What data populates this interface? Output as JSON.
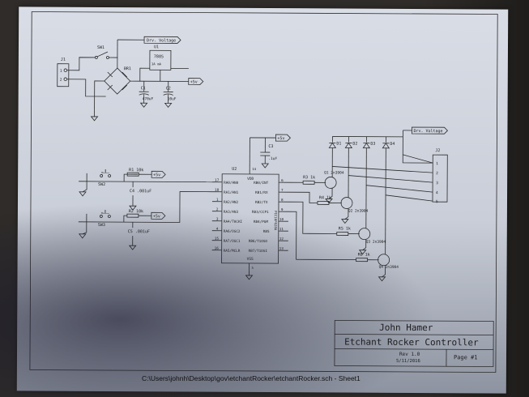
{
  "title_block": {
    "author": "John Hamer",
    "title": "Etchant Rocker Controller",
    "rev": "Rev 1.0",
    "date": "5/11/2016",
    "page": "Page #1"
  },
  "footer_path": "C:\\Users\\johnh\\Desktop\\gov\\etchantRocker\\etchantRocker.sch - Sheet1",
  "nets": {
    "drv_voltage_top": "Drv. Voltage",
    "drv_voltage_right": "Drv. Voltage",
    "plus5v_a": "+5v",
    "plus5v_b": "+5v",
    "plus5v_c": "+5v",
    "plus5v_d": "+5v"
  },
  "components": {
    "j1": "J1",
    "sw1": "SW1",
    "br1": "BR1",
    "u1": "U1",
    "u1_part": "7805",
    "u1_spec": "1A mA",
    "c1": "C1",
    "c1_val": "470uF",
    "c2": "C2",
    "c2_val": "10uF",
    "c3": "C3",
    "c3_val": ".1uF",
    "u2": "U2",
    "u2_part": "PIC16F628A",
    "r1": "R1 10k",
    "r2": "R2 10k",
    "c4": "C4 .001uF",
    "c5": "C5 .001uF",
    "sw2": "SW2",
    "sw3": "SW3",
    "r3": "R3 1k",
    "r4": "R4 1k",
    "r5": "R5 1k",
    "r6": "R6 1k",
    "q1": "Q1 2n3904",
    "q2": "Q2 2n3904",
    "q3": "Q3 2n3904",
    "q4": "Q4 2n3904",
    "d1": "D1",
    "d2": "D2",
    "d3": "D3",
    "d4": "D4",
    "j2": "J2"
  },
  "u2_pins_left": [
    {
      "num": "17",
      "name": "RA0/AN0"
    },
    {
      "num": "18",
      "name": "RA1/AN1"
    },
    {
      "num": "1",
      "name": "RA2/AN2"
    },
    {
      "num": "2",
      "name": "RA3/AN3"
    },
    {
      "num": "3",
      "name": "RA4/T0CKI"
    },
    {
      "num": "4",
      "name": "RA6/OSC2"
    },
    {
      "num": "15",
      "name": "RA7/OSC1"
    },
    {
      "num": "16",
      "name": "RA5/MCLR"
    }
  ],
  "u2_pins_right": [
    {
      "num": "6",
      "name": "RB0/INT"
    },
    {
      "num": "7",
      "name": "RB1/RX"
    },
    {
      "num": "8",
      "name": "RB2/TX"
    },
    {
      "num": "9",
      "name": "RB3/CCP1"
    },
    {
      "num": "10",
      "name": "RB4/PGM"
    },
    {
      "num": "11",
      "name": "RB5"
    },
    {
      "num": "12",
      "name": "RB6/T1OSO"
    },
    {
      "num": "13",
      "name": "RB7/T1OSI"
    }
  ],
  "u2_vdd": "VDD",
  "u2_vss": "VSS",
  "u2_pin14": "14",
  "u2_pin5": "5",
  "j1_pins": [
    "1",
    "2"
  ],
  "j2_pins": [
    "1",
    "2",
    "3",
    "4",
    "5"
  ]
}
